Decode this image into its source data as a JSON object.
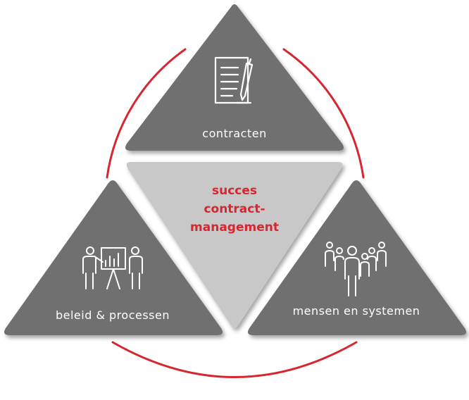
{
  "center": {
    "lines": [
      "succes",
      "contract-",
      "management"
    ]
  },
  "segments": {
    "top": {
      "label": "contracten",
      "icon": "contract-document-pen-icon"
    },
    "left": {
      "label": "beleid & processen",
      "icon": "presentation-board-icon"
    },
    "right": {
      "label": "mensen en systemen",
      "icon": "group-of-people-icon"
    }
  },
  "colors": {
    "ring": "#d7262f",
    "triangle": "#6f6f6f",
    "center_triangle": "#c8c8c8",
    "center_text": "#d7262f",
    "label_text": "#ffffff"
  }
}
